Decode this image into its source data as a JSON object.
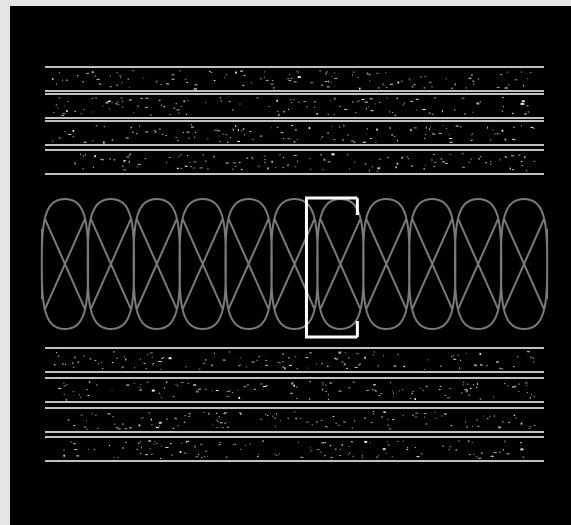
{
  "diagram": {
    "background_color": "#000000",
    "frame_color": "#e5e5e5",
    "line_color": "#ffffff",
    "insulation_color": "#7a7a7a",
    "highlight_color": "#ffffff",
    "upper_layer_count": 4,
    "lower_layer_count": 4,
    "insulation_loop_count": 11,
    "selected_loop_index": 6,
    "layer_fill": "speckled",
    "insulation_symbol": "batt-insulation-loops"
  }
}
